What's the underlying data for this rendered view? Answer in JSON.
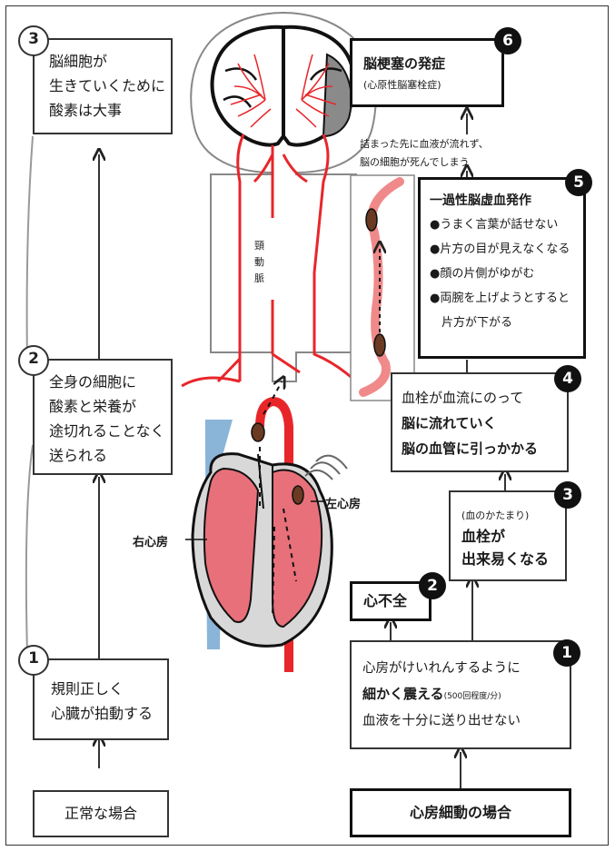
{
  "normal": {
    "start_label": "正常な場合",
    "step1": {
      "num": "1",
      "lines": [
        "規則正しく",
        "心臓が拍動する"
      ]
    },
    "step2": {
      "num": "2",
      "lines": [
        "全身の細胞に",
        "酸素と栄養が",
        "途切れることなく",
        "送られる"
      ]
    },
    "step3": {
      "num": "3",
      "lines": [
        "脳細胞が",
        "生きていくために",
        "酸素は大事"
      ]
    }
  },
  "af": {
    "start_label": "心房細動の場合",
    "step1": {
      "num": "1",
      "line1": "心房がけいれんするように",
      "line2_bold": "細かく震える",
      "line2_small": "(500回程度/分)",
      "line3": "血液を十分に送り出せない"
    },
    "step2": {
      "num": "2",
      "text": "心不全"
    },
    "step3": {
      "num": "3",
      "note": "(血のかたまり)",
      "lines": [
        "血栓が",
        "出来易くなる"
      ]
    },
    "step4": {
      "num": "4",
      "line1": "血栓が血流にのって",
      "line2": "脳に流れていく",
      "line3": "脳の血管に引っかかる"
    },
    "step5": {
      "num": "5",
      "title": "一過性脳虚血発作",
      "items": [
        "●うまく言葉が話せない",
        "●片方の目が見えなくなる",
        "●顔の片側がゆがむ",
        "●両腕を上げようとすると",
        "　片方が下がる"
      ]
    },
    "note": [
      "詰まった先に血液が流れず、",
      "脳の細胞が死んでしまう"
    ],
    "step6": {
      "num": "6",
      "title": "脳梗塞の発症",
      "subtitle": "(心原性脳塞栓症)"
    }
  },
  "labels": {
    "carotid": "頸動脈",
    "right_atrium": "右心房",
    "left_atrium": "左心房"
  },
  "colors": {
    "artery": "#e8262a",
    "heart_fill": "#e8707a",
    "vein": "#8ab4d8",
    "outline": "#222222",
    "brain_shade": "#8a8a8a"
  }
}
